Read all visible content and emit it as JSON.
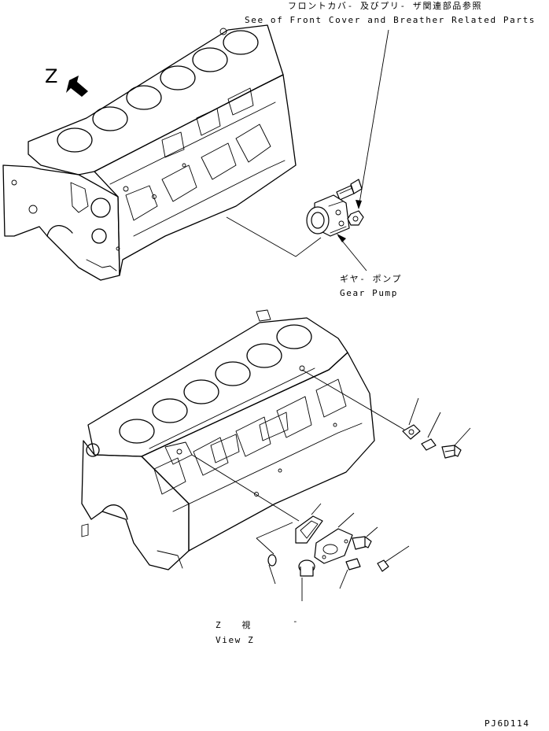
{
  "callouts": {
    "front_cover_jp": "フロントカバ- 及びプリ- ザ関連部品参照",
    "front_cover_en": "See of Front Cover and Breather Related Parts",
    "gear_pump_jp": "ギヤ- ポンプ",
    "gear_pump_en": "Gear Pump",
    "view_letter": "Z",
    "view_jp": "Z　　視",
    "view_en": "View Z",
    "dash_mark": "-"
  },
  "drawing_number": "PJ6D114"
}
